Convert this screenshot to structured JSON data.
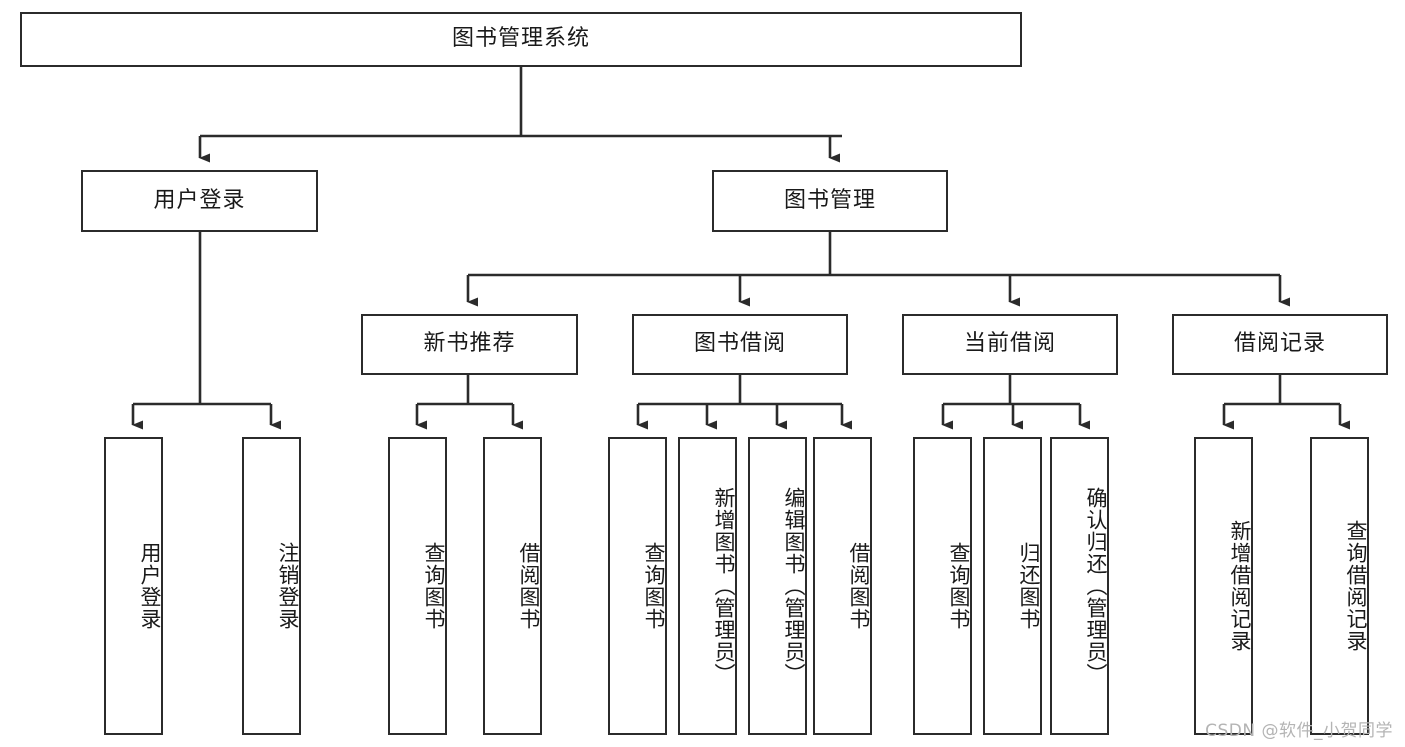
{
  "diagram": {
    "type": "tree-hierarchy-chart",
    "title": "图书管理系统",
    "watermark": "CSDN @软件_小贺同学",
    "colors": {
      "box_border": "#2b2b2b",
      "box_fill": "#ffffff",
      "connector": "#2b2b2b",
      "text": "#1a1a1a",
      "watermark": "#b4b4b4"
    },
    "nodes": {
      "root": {
        "label": "图书管理系统"
      },
      "level2": [
        {
          "id": "user-login",
          "label": "用户登录"
        },
        {
          "id": "book-management",
          "label": "图书管理"
        }
      ],
      "level3": [
        {
          "id": "new-book-recommend",
          "label": "新书推荐",
          "parent": "book-management"
        },
        {
          "id": "book-borrow",
          "label": "图书借阅",
          "parent": "book-management"
        },
        {
          "id": "current-borrow",
          "label": "当前借阅",
          "parent": "book-management"
        },
        {
          "id": "borrow-record",
          "label": "借阅记录",
          "parent": "book-management"
        }
      ],
      "leaves": {
        "user_login": [
          {
            "id": "leaf-user-login",
            "label": "用户登录"
          },
          {
            "id": "leaf-logout-login",
            "label": "注销登录"
          }
        ],
        "new_book_recommend": [
          {
            "id": "leaf-query-book-1",
            "label": "查询图书"
          },
          {
            "id": "leaf-borrow-book-1",
            "label": "借阅图书"
          }
        ],
        "book_borrow": [
          {
            "id": "leaf-query-book-2",
            "label": "查询图书"
          },
          {
            "id": "leaf-add-book",
            "label": "新增图书（管理员）"
          },
          {
            "id": "leaf-edit-book",
            "label": "编辑图书（管理员）"
          },
          {
            "id": "leaf-borrow-book-2",
            "label": "借阅图书"
          }
        ],
        "current_borrow": [
          {
            "id": "leaf-query-book-3",
            "label": "查询图书"
          },
          {
            "id": "leaf-return-book",
            "label": "归还图书"
          },
          {
            "id": "leaf-confirm-return",
            "label": "确认归还（管理员）"
          }
        ],
        "borrow_record": [
          {
            "id": "leaf-add-record",
            "label": "新增借阅记录"
          },
          {
            "id": "leaf-query-record",
            "label": "查询借阅记录"
          }
        ]
      }
    }
  }
}
